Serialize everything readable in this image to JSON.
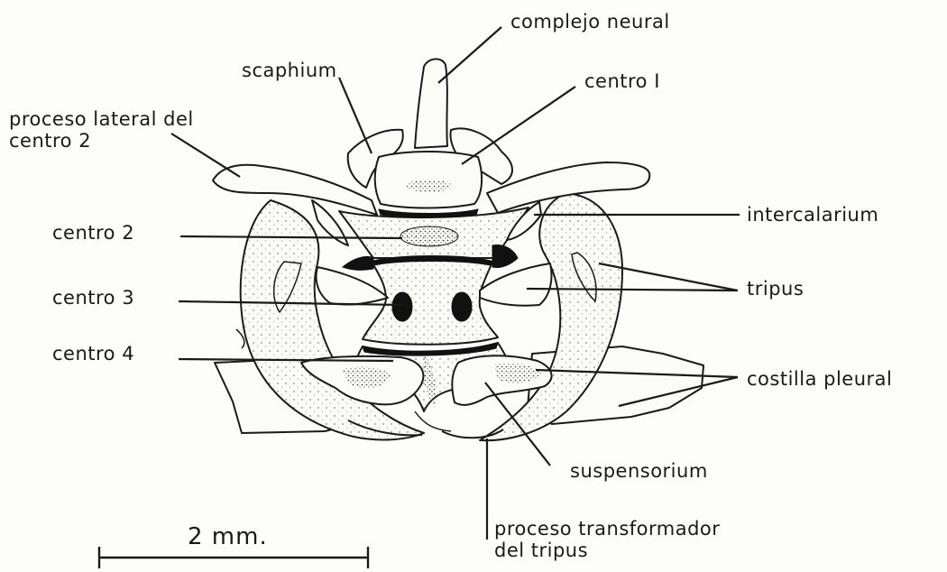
{
  "figure": {
    "labels": {
      "complejo_neural": "complejo neural",
      "scaphium": "scaphium",
      "centro_I": "centro I",
      "proceso_lateral": [
        "proceso lateral del",
        "centro 2"
      ],
      "intercalarium": "intercalarium",
      "centro_2": "centro 2",
      "tripus": "tripus",
      "centro_3": "centro 3",
      "centro_4": "centro 4",
      "costilla_pleural": "costilla pleural",
      "suspensorium": "suspensorium",
      "proceso_transformador": [
        "proceso transformador",
        "del tripus"
      ]
    },
    "scale_bar": {
      "label": "2 mm."
    }
  }
}
